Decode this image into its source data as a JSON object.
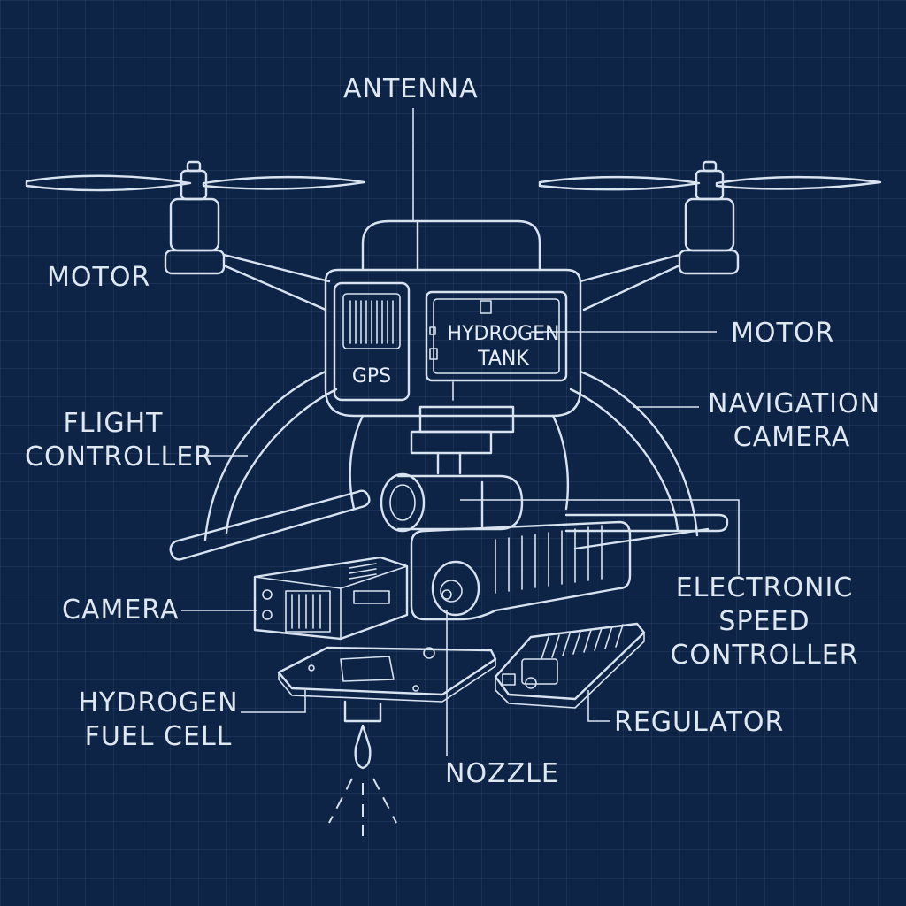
{
  "colors": {
    "background": "#0d2447",
    "line": "#d9e3f0",
    "text": "#dfe7f1"
  },
  "labels": {
    "antenna": "ANTENNA",
    "motor_left": "MOTOR",
    "motor_right": "MOTOR",
    "flight_controller": {
      "line1": "FLIGHT",
      "line2": "CONTROLLER"
    },
    "navigation_camera": {
      "line1": "NAVIGATION",
      "line2": "CAMERA"
    },
    "camera": "CAMERA",
    "electronic_speed_controller": {
      "line1": "ELECTRONIC",
      "line2": "SPEED",
      "line3": "CONTROLLER"
    },
    "hydrogen_fuel_cell": {
      "line1": "HYDROGEN",
      "line2": "FUEL CELL"
    },
    "regulator": "REGULATOR",
    "nozzle": "NOZZLE"
  },
  "inner_labels": {
    "gps": "GPS",
    "hydrogen_tank": {
      "line1": "HYDROGEN",
      "line2": "TANK"
    }
  }
}
